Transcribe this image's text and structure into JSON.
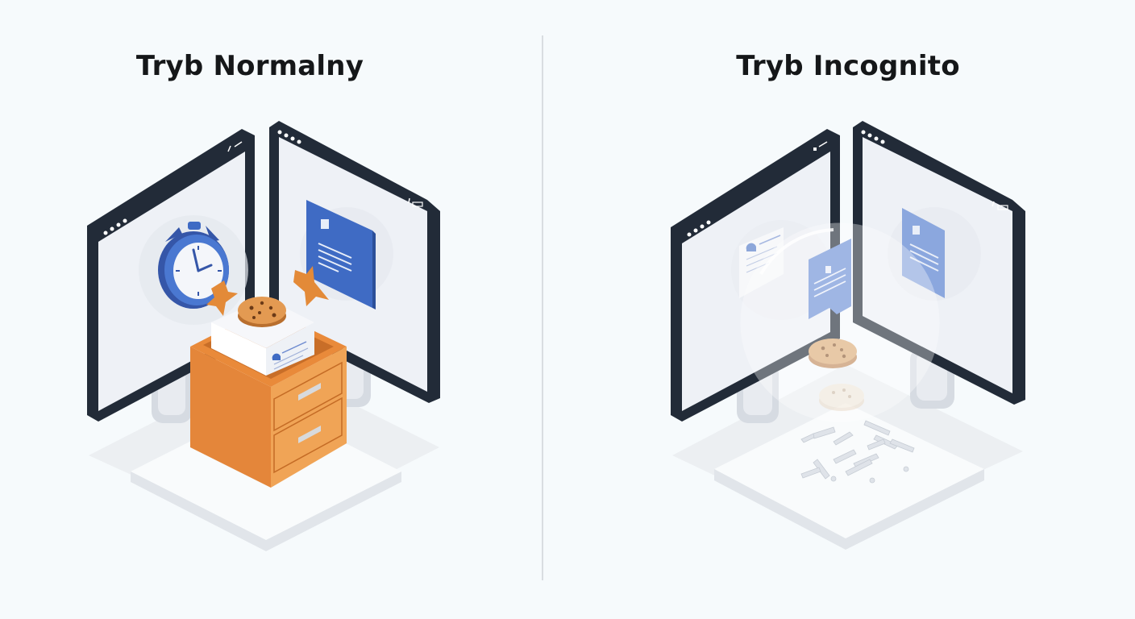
{
  "left_panel": {
    "title": "Tryb Normalny",
    "elements": [
      "browser-window-left",
      "browser-window-right",
      "clock-icon",
      "document-icon",
      "star-icon",
      "star-icon",
      "cookie-icon",
      "profile-card",
      "filing-cabinet",
      "platform"
    ]
  },
  "right_panel": {
    "title": "Tryb Incognito",
    "elements": [
      "browser-window-left",
      "browser-window-right",
      "profile-card-faded",
      "document-icon-faded",
      "chat-document-icon",
      "privacy-bubble",
      "cookie-icon",
      "cookie-icon-faded",
      "shredded-pieces",
      "platform"
    ]
  },
  "colors": {
    "background": "#f6fafc",
    "monitor_frame": "#222b38",
    "screen": "#eef1f6",
    "accent_blue": "#3f6bc4",
    "cabinet_orange": "#e98a3a",
    "cookie": "#d99551",
    "divider": "#d9dde1"
  }
}
